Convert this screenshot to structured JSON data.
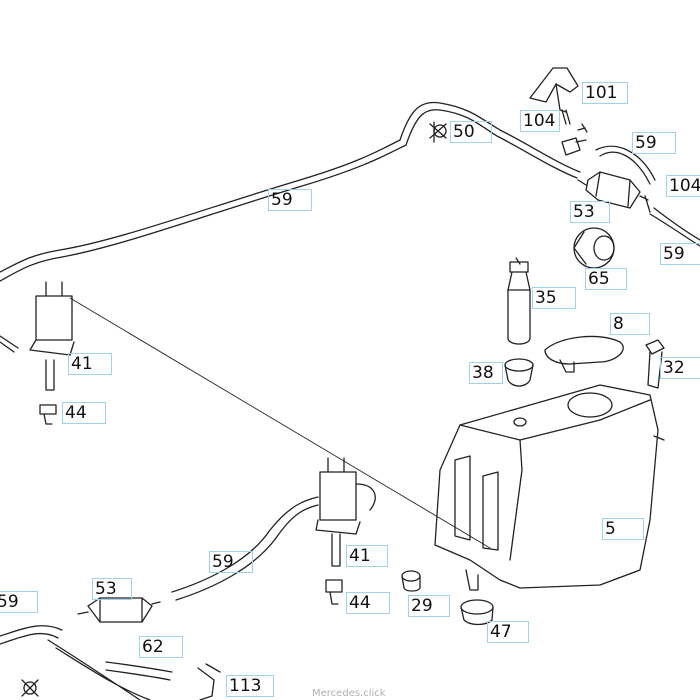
{
  "diagram": {
    "part_numbers": {
      "p101": "101",
      "p104a": "104",
      "p104b": "104",
      "p50": "50",
      "p59_top_right": "59",
      "p59_hose_top": "59",
      "p59_right": "59",
      "p53_top": "53",
      "p65": "65",
      "p35": "35",
      "p8": "8",
      "p32": "32",
      "p38": "38",
      "p41_left": "41",
      "p44_left": "44",
      "p41_center": "41",
      "p44_center": "44",
      "p5": "5",
      "p59_center": "59",
      "p59_left": "59",
      "p53_bottom": "53",
      "p62": "62",
      "p29": "29",
      "p47": "47",
      "p113": "113"
    },
    "watermark": "Mercedes.click"
  }
}
